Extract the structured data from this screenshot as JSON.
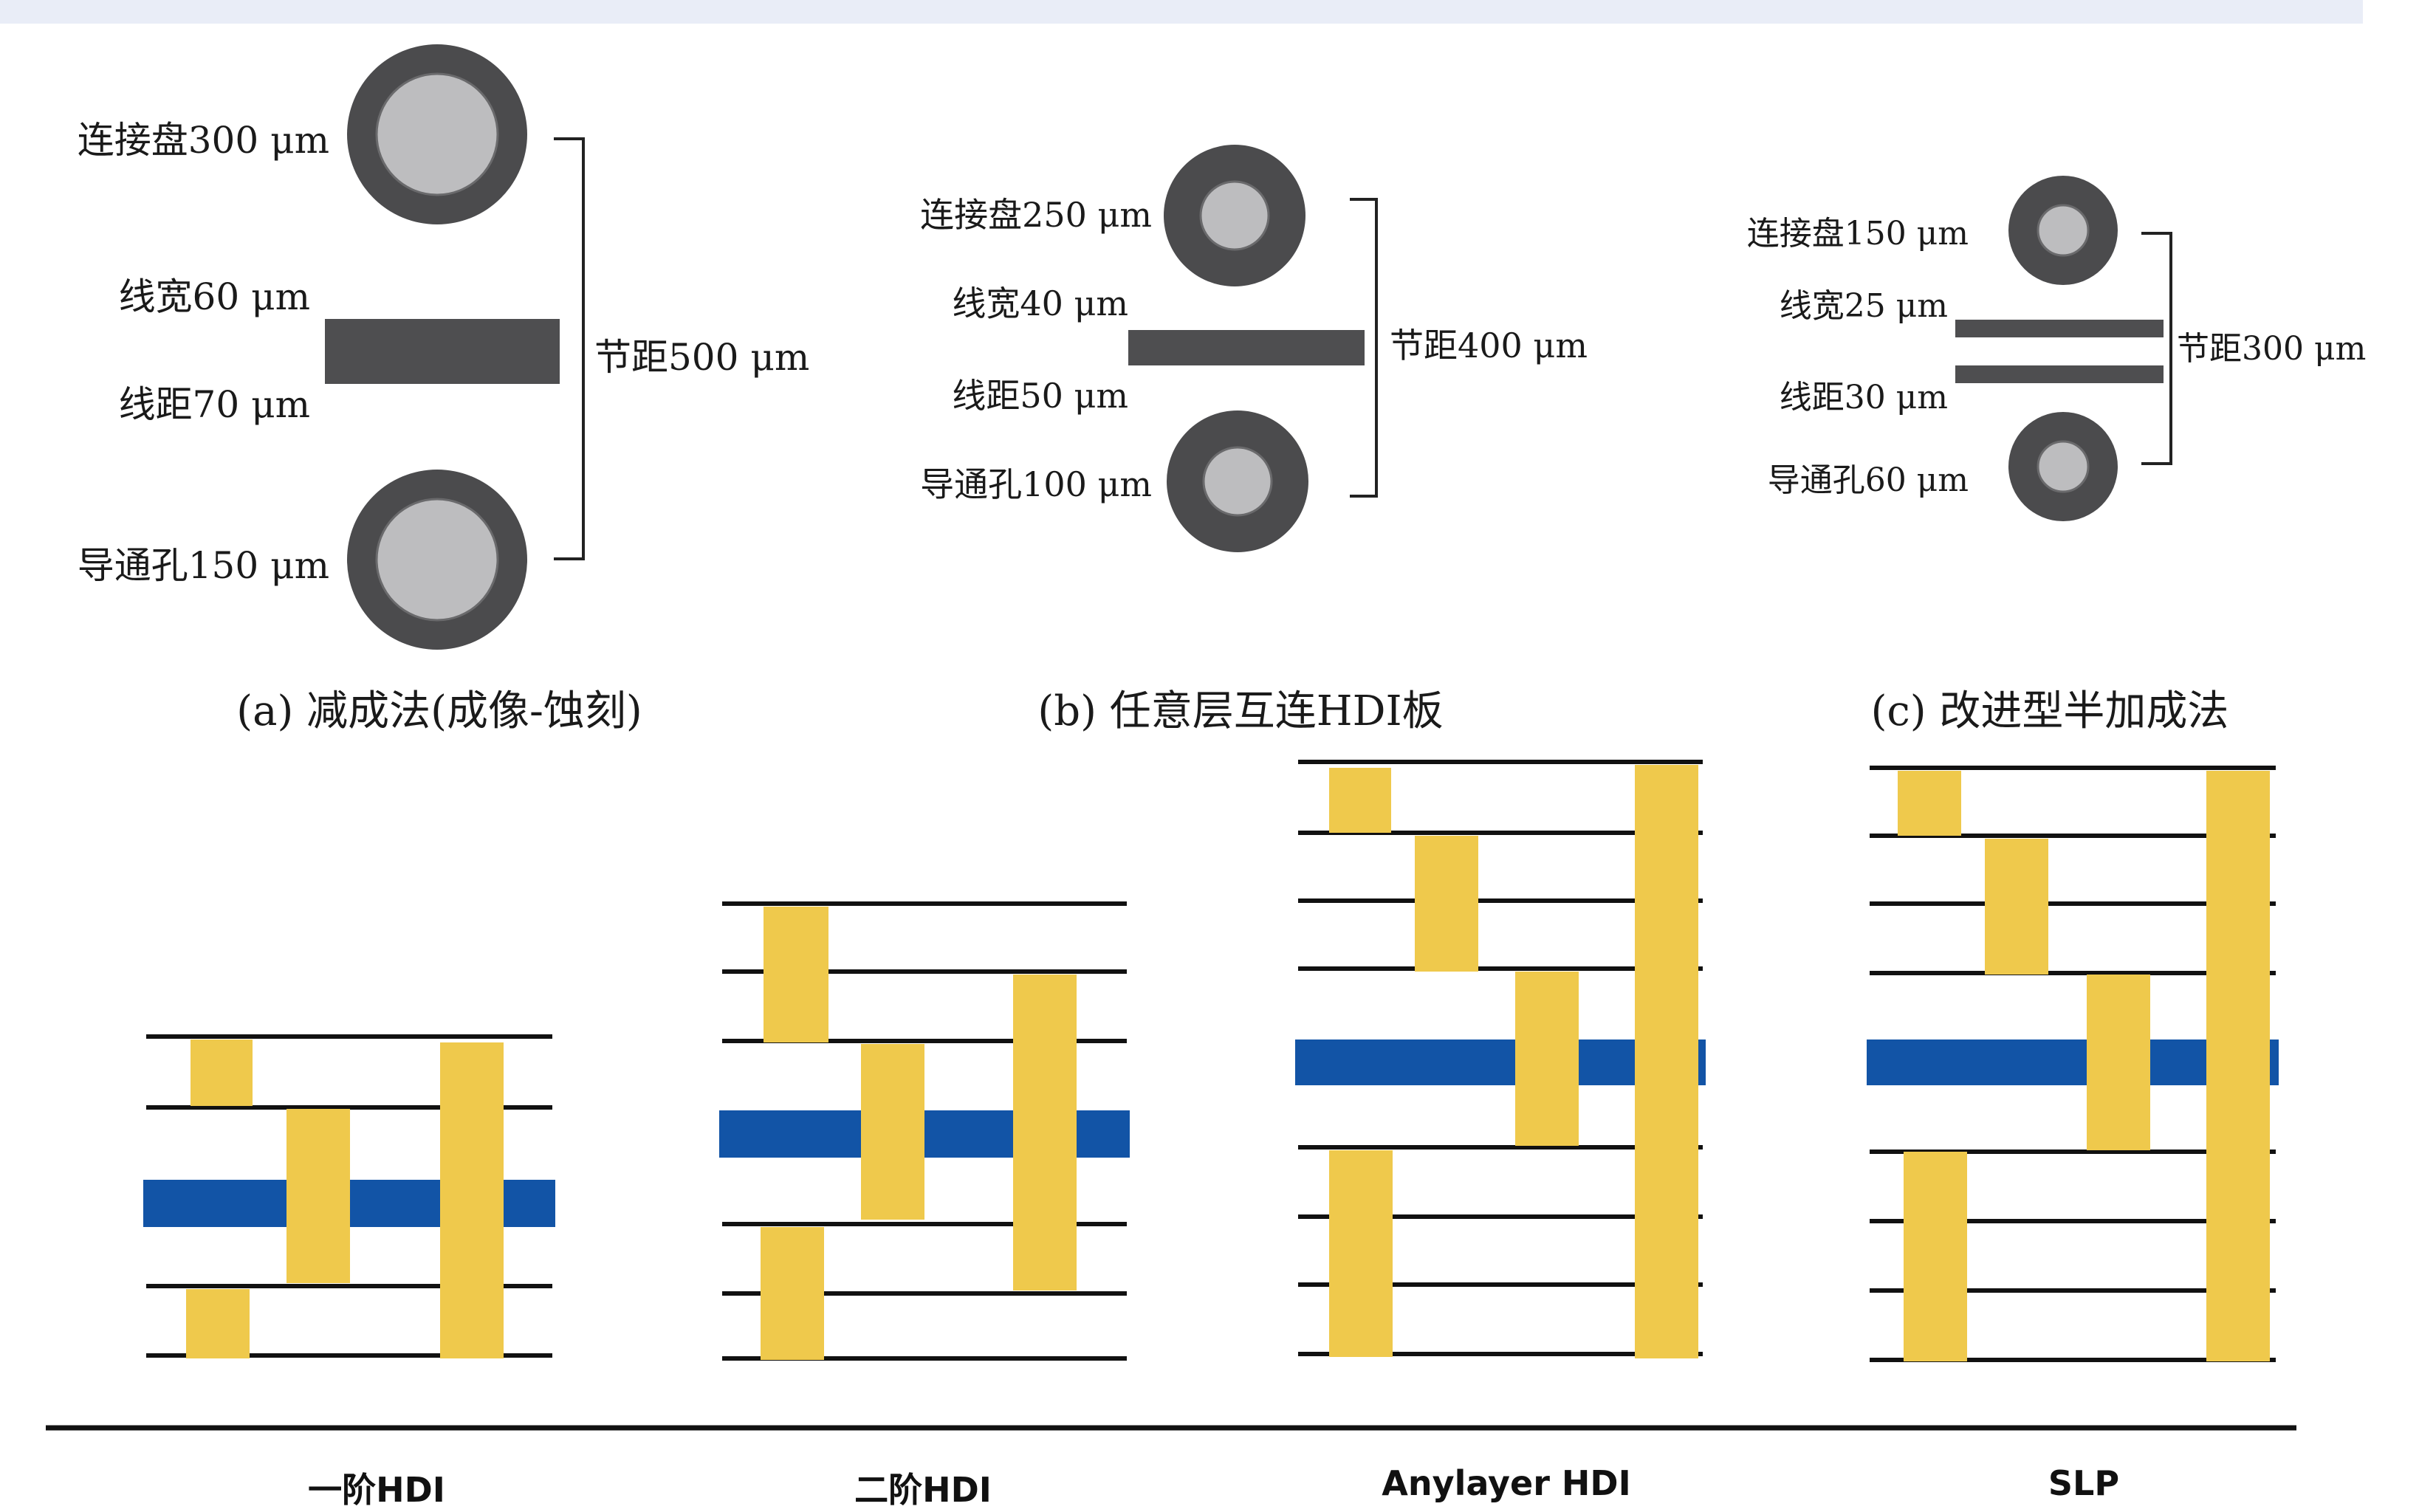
{
  "colors": {
    "pad_outer": "#4b4b4d",
    "pad_inner": "#bdbdbf",
    "trace": "#4e4e50",
    "layer_line": "#111111",
    "core": "#1254a6",
    "via": "#efc94c",
    "baseline": "#111111"
  },
  "top_panels": [
    {
      "id": "a",
      "caption": "(a) 减成法(成像-蚀刻)",
      "pad_label": "连接盘300 μm",
      "line_width_label": "线宽60 μm",
      "line_space_label": "线距70 μm",
      "via_label": "导通孔150 μm",
      "pitch_label": "节距500 μm"
    },
    {
      "id": "b",
      "caption": "(b) 任意层互连HDI板",
      "pad_label": "连接盘250 μm",
      "line_width_label": "线宽40 μm",
      "line_space_label": "线距50 μm",
      "via_label": "导通孔100 μm",
      "pitch_label": "节距400 μm"
    },
    {
      "id": "c",
      "caption": "(c) 改进型半加成法",
      "pad_label": "连接盘150 μm",
      "line_width_label": "线宽25 μm",
      "line_space_label": "线距30 μm",
      "via_label": "导通孔60 μm",
      "pitch_label": "节距300 μm"
    }
  ],
  "stackups": [
    {
      "label": "一阶HDI"
    },
    {
      "label": "二阶HDI"
    },
    {
      "label": "Anylayer HDI"
    },
    {
      "label": "SLP"
    }
  ]
}
